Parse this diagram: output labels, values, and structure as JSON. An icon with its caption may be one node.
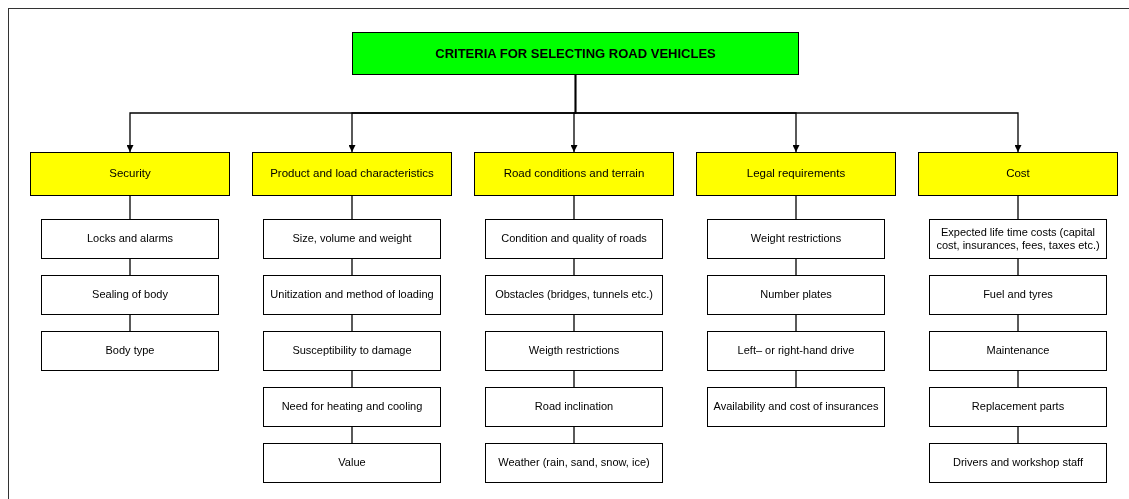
{
  "diagram": {
    "nodes": [
      {
        "text": [
          "CRITERIA FOR SELECTING ROAD VEHICLES"
        ]
      },
      {
        "text": [
          "Security"
        ]
      },
      {
        "text": [
          "Product and load characteristics"
        ]
      },
      {
        "text": [
          "Road conditions and terrain"
        ]
      },
      {
        "text": [
          "Legal requirements"
        ]
      },
      {
        "text": [
          "Cost"
        ]
      },
      {
        "text": [
          "Locks and alarms"
        ]
      },
      {
        "text": [
          "Sealing of body"
        ]
      },
      {
        "text": [
          "Body type"
        ]
      },
      {
        "text": [
          "Size, volume and weight"
        ]
      },
      {
        "text": [
          "Unitization and method of loading"
        ]
      },
      {
        "text": [
          "Susceptibility to damage"
        ]
      },
      {
        "text": [
          "Need for heating and cooling"
        ]
      },
      {
        "text": [
          "Value"
        ]
      },
      {
        "text": [
          "Condition and quality of roads"
        ]
      },
      {
        "text": [
          "Obstacles (bridges, tunnels etc.)"
        ]
      },
      {
        "text": [
          "Weigth restrictions"
        ]
      },
      {
        "text": [
          "Road inclination"
        ]
      },
      {
        "text": [
          "Weather (rain, sand, snow, ice)"
        ]
      },
      {
        "text": [
          "Weight restrictions"
        ]
      },
      {
        "text": [
          "Number plates"
        ]
      },
      {
        "text": [
          "Left– or right-hand drive"
        ]
      },
      {
        "text": [
          "Availability and cost of insurances"
        ]
      },
      {
        "text": [
          "Expected life time costs (capital cost, insurances, fees, taxes etc.)"
        ]
      },
      {
        "text": [
          "Fuel and tyres"
        ]
      },
      {
        "text": [
          "Maintenance"
        ]
      },
      {
        "text": [
          "Replacement parts"
        ]
      },
      {
        "text": [
          "Drivers and workshop staff"
        ]
      }
    ],
    "edges": [
      {
        "from": 0,
        "to": 1,
        "arrow": "to"
      },
      {
        "from": 0,
        "to": 2,
        "arrow": "to"
      },
      {
        "from": 0,
        "to": 3,
        "arrow": "to"
      },
      {
        "from": 0,
        "to": 4,
        "arrow": "to"
      },
      {
        "from": 0,
        "to": 5,
        "arrow": "to"
      },
      {
        "from": 1,
        "to": 6,
        "arrow": "none"
      },
      {
        "from": 6,
        "to": 7,
        "arrow": "none"
      },
      {
        "from": 7,
        "to": 8,
        "arrow": "none"
      },
      {
        "from": 2,
        "to": 9,
        "arrow": "none"
      },
      {
        "from": 9,
        "to": 10,
        "arrow": "none"
      },
      {
        "from": 10,
        "to": 11,
        "arrow": "none"
      },
      {
        "from": 11,
        "to": 12,
        "arrow": "none"
      },
      {
        "from": 12,
        "to": 13,
        "arrow": "none"
      },
      {
        "from": 3,
        "to": 14,
        "arrow": "none"
      },
      {
        "from": 14,
        "to": 15,
        "arrow": "none"
      },
      {
        "from": 15,
        "to": 16,
        "arrow": "none"
      },
      {
        "from": 16,
        "to": 17,
        "arrow": "none"
      },
      {
        "from": 17,
        "to": 18,
        "arrow": "none"
      },
      {
        "from": 4,
        "to": 19,
        "arrow": "none"
      },
      {
        "from": 19,
        "to": 20,
        "arrow": "none"
      },
      {
        "from": 20,
        "to": 21,
        "arrow": "none"
      },
      {
        "from": 21,
        "to": 22,
        "arrow": "none"
      },
      {
        "from": 5,
        "to": 23,
        "arrow": "none"
      },
      {
        "from": 23,
        "to": 24,
        "arrow": "none"
      },
      {
        "from": 24,
        "to": 25,
        "arrow": "none"
      },
      {
        "from": 25,
        "to": 26,
        "arrow": "none"
      },
      {
        "from": 26,
        "to": 27,
        "arrow": "none"
      }
    ]
  }
}
